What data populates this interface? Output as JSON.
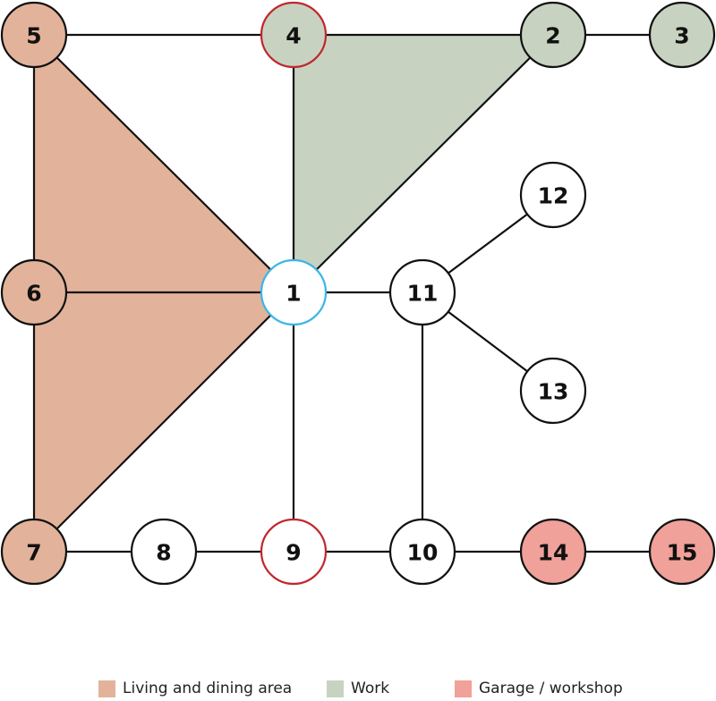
{
  "colors": {
    "living": "#e2b39a",
    "work": "#c7d3c0",
    "garage": "#f0a199",
    "default_fill": "#ffffff",
    "edge": "#111111",
    "stroke_default": "#111111",
    "stroke_red": "#c0272d",
    "stroke_blue": "#39b6e6"
  },
  "nodes": [
    {
      "id": "1",
      "label": "1",
      "fill": "default_fill",
      "stroke": "stroke_blue"
    },
    {
      "id": "2",
      "label": "2",
      "fill": "work",
      "stroke": "stroke_default"
    },
    {
      "id": "3",
      "label": "3",
      "fill": "work",
      "stroke": "stroke_default"
    },
    {
      "id": "4",
      "label": "4",
      "fill": "work",
      "stroke": "stroke_red"
    },
    {
      "id": "5",
      "label": "5",
      "fill": "living",
      "stroke": "stroke_default"
    },
    {
      "id": "6",
      "label": "6",
      "fill": "living",
      "stroke": "stroke_default"
    },
    {
      "id": "7",
      "label": "7",
      "fill": "living",
      "stroke": "stroke_default"
    },
    {
      "id": "8",
      "label": "8",
      "fill": "default_fill",
      "stroke": "stroke_default"
    },
    {
      "id": "9",
      "label": "9",
      "fill": "default_fill",
      "stroke": "stroke_red"
    },
    {
      "id": "10",
      "label": "10",
      "fill": "default_fill",
      "stroke": "stroke_default"
    },
    {
      "id": "11",
      "label": "11",
      "fill": "default_fill",
      "stroke": "stroke_default"
    },
    {
      "id": "12",
      "label": "12",
      "fill": "default_fill",
      "stroke": "stroke_default"
    },
    {
      "id": "13",
      "label": "13",
      "fill": "default_fill",
      "stroke": "stroke_default"
    },
    {
      "id": "14",
      "label": "14",
      "fill": "garage",
      "stroke": "stroke_default"
    },
    {
      "id": "15",
      "label": "15",
      "fill": "garage",
      "stroke": "stroke_default"
    }
  ],
  "edges": [
    [
      "5",
      "4"
    ],
    [
      "4",
      "2"
    ],
    [
      "2",
      "3"
    ],
    [
      "5",
      "6"
    ],
    [
      "6",
      "7"
    ],
    [
      "5",
      "1"
    ],
    [
      "6",
      "1"
    ],
    [
      "7",
      "1"
    ],
    [
      "4",
      "1"
    ],
    [
      "2",
      "1"
    ],
    [
      "1",
      "11"
    ],
    [
      "11",
      "12"
    ],
    [
      "11",
      "13"
    ],
    [
      "11",
      "10"
    ],
    [
      "1",
      "9"
    ],
    [
      "7",
      "8"
    ],
    [
      "8",
      "9"
    ],
    [
      "9",
      "10"
    ],
    [
      "10",
      "14"
    ],
    [
      "14",
      "15"
    ]
  ],
  "regions": [
    {
      "name": "living-region-upper",
      "color": "living",
      "nodes": [
        "5",
        "1",
        "7"
      ]
    },
    {
      "name": "work-region",
      "color": "work",
      "nodes": [
        "4",
        "2",
        "1"
      ]
    }
  ],
  "legend": {
    "living": {
      "label": "Living and dining area",
      "color": "living"
    },
    "work": {
      "label": "Work",
      "color": "work"
    },
    "garage": {
      "label": "Garage / workshop",
      "color": "garage"
    }
  }
}
